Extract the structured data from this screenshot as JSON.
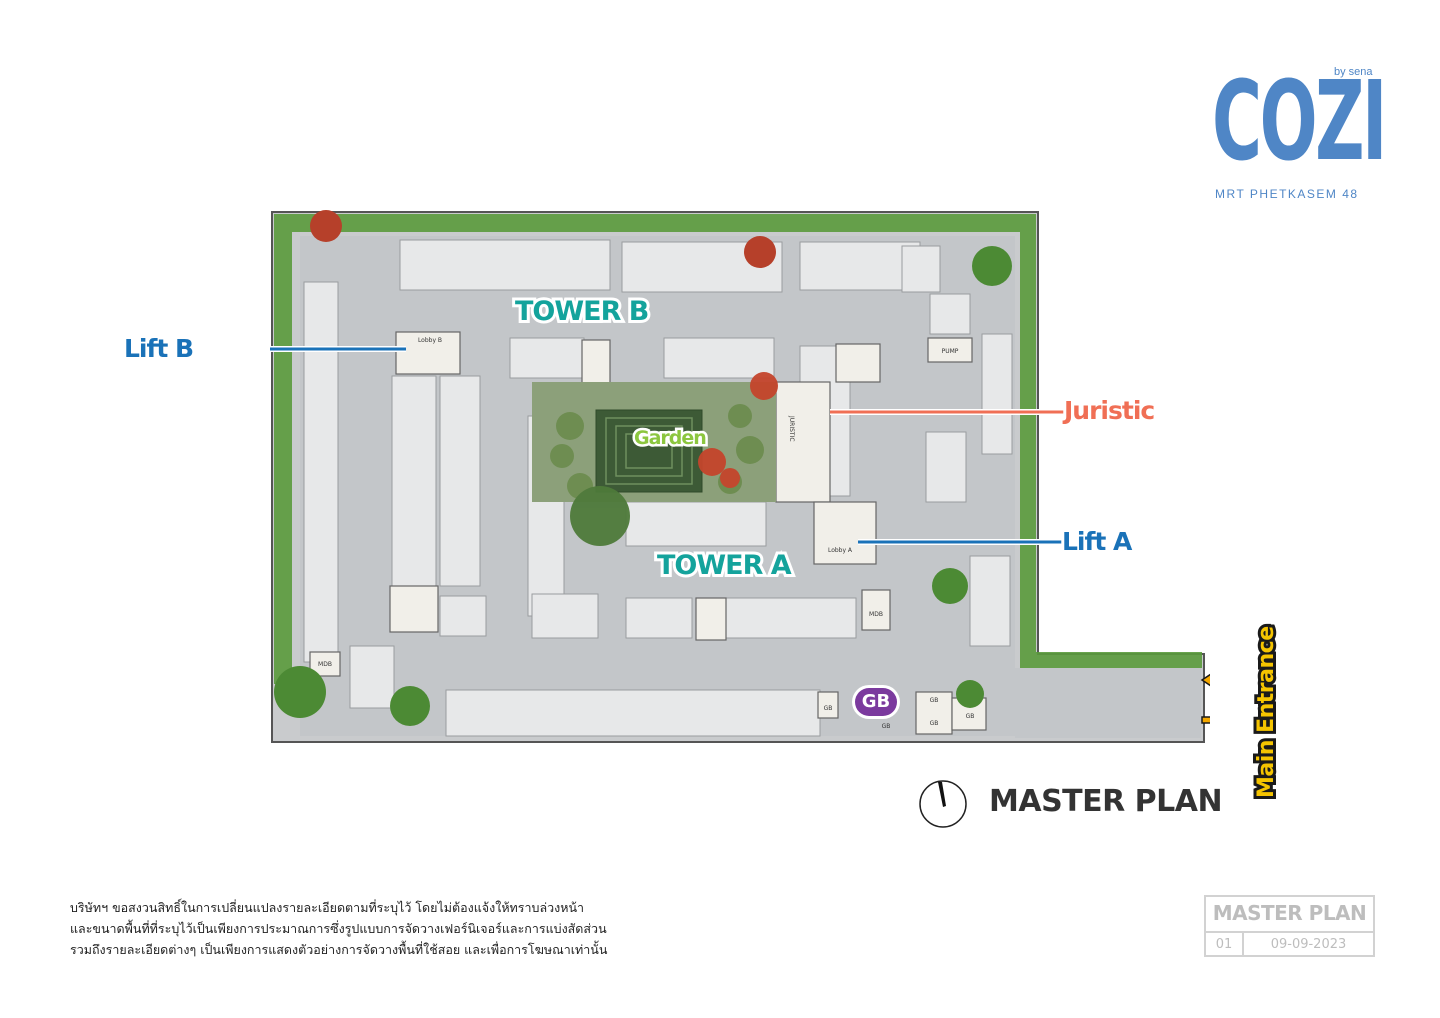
{
  "brand": {
    "by": "by sena",
    "logo": "COZI",
    "subtitle": "MRT PHETKASEM 48"
  },
  "labels": {
    "tower_b": "TOWER B",
    "tower_a": "TOWER A",
    "garden": "Garden",
    "lift_b": "Lift B",
    "lift_a": "Lift A",
    "juristic": "Juristic",
    "gb": "GB",
    "main_entrance": "Main Entrance"
  },
  "plan_tags": {
    "lobby_b": "Lobby B",
    "lobby_a": "Lobby A",
    "juristic_room": "JURISTIC",
    "pump": "PUMP",
    "mdb_1": "MDB",
    "mdb_2": "MDB",
    "gb_1": "GB",
    "gb_2": "GB",
    "gb_3": "GB",
    "gb_4": "GB",
    "gb_5": "GB"
  },
  "title": "MASTER PLAN",
  "disclaimer": [
    "บริษัทฯ ขอสงวนสิทธิ์ในการเปลี่ยนแปลงรายละเอียดตามที่ระบุไว้ โดยไม่ต้องแจ้งให้ทราบล่วงหน้า",
    "และขนาดพื้นที่ที่ระบุไว้เป็นเพียงการประมาณการซึ่งรูปแบบการจัดวางเฟอร์นิเจอร์และการแบ่งสัดส่วน",
    "รวมถึงรายละเอียดต่างๆ เป็นเพียงการแสดงตัวอย่างการจัดวางพื้นที่ใช้สอย และเพื่อการโฆษณาเท่านั้น"
  ],
  "stamp": {
    "title": "MASTER PLAN",
    "number": "01",
    "date": "09-09-2023"
  },
  "colors": {
    "brand": "#4f86c6",
    "tower": "#14a39c",
    "lift": "#1a72b8",
    "juristic": "#f06f55",
    "garden": "#8cc63f",
    "gb": "#7b3a9e",
    "entrance": "#f5c400"
  }
}
